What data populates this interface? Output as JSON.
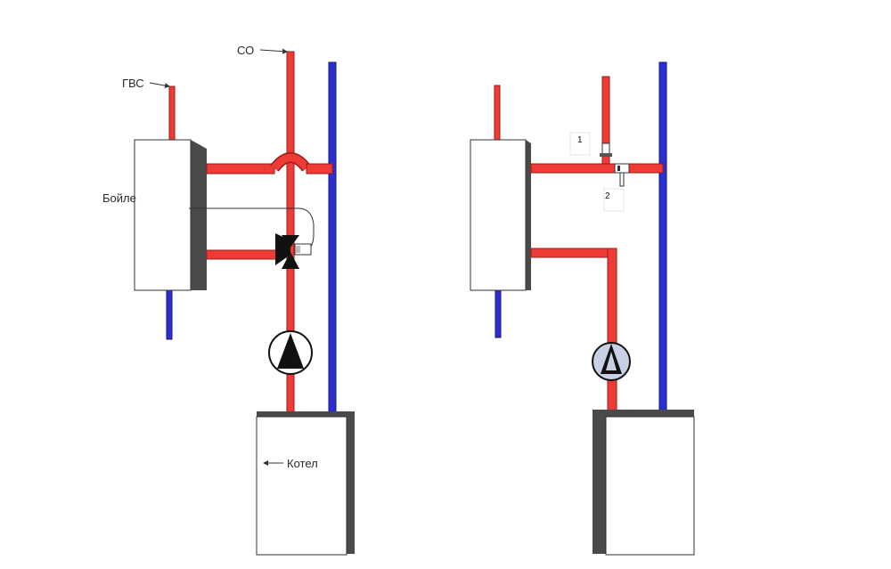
{
  "labels": {
    "gvs": "ГВС",
    "so": "СО",
    "boiler": "Бойле",
    "kotel": "Котел",
    "valve_1": "1",
    "valve_2": "2"
  },
  "colors": {
    "hot_pipe": "#ee3b36",
    "cold_pipe": "#2b2fd0",
    "tank_face": "#ffffff",
    "tank_side": "#4a4a4a",
    "tank_outline": "#333333",
    "pump_fill_left": "#ffffff",
    "pump_fill_right": "#c8d0e6"
  }
}
